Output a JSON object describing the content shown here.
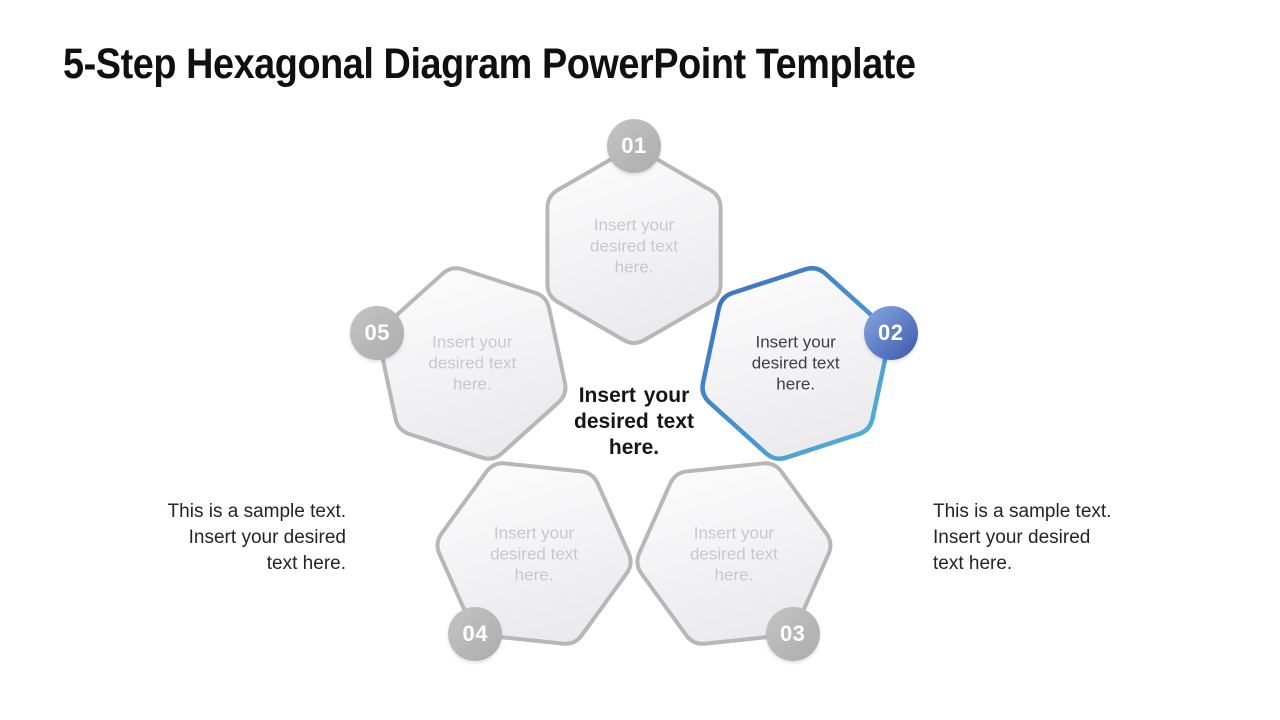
{
  "title": "5-Step Hexagonal Diagram PowerPoint Template",
  "center_label": {
    "lines": [
      "Insert your",
      "desired text",
      "here."
    ]
  },
  "steps": [
    {
      "number": "01",
      "state": "default",
      "lines": [
        "Insert your",
        "desired text",
        "here."
      ]
    },
    {
      "number": "02",
      "state": "highlighted",
      "lines": [
        "Insert your",
        "desired text",
        "here."
      ]
    },
    {
      "number": "03",
      "state": "default",
      "lines": [
        "Insert your",
        "desired text",
        "here."
      ]
    },
    {
      "number": "04",
      "state": "default",
      "lines": [
        "Insert your",
        "desired text",
        "here."
      ]
    },
    {
      "number": "05",
      "state": "default",
      "lines": [
        "Insert your",
        "desired text",
        "here."
      ]
    }
  ],
  "side_notes": {
    "left": {
      "lines": [
        "This is a sample text.",
        "Insert your desired",
        "text here."
      ]
    },
    "right": {
      "lines": [
        "This is a sample text.",
        "Insert your desired",
        "text here."
      ]
    }
  },
  "palette": {
    "accent_blue_start": "#3A6BC2",
    "accent_blue_end": "#55B7D7",
    "badge_blue_start": "#8AA8E2",
    "badge_blue_end": "#3A58AB",
    "badge_gray_start": "#C4C4C4",
    "badge_gray_end": "#ACACAC",
    "gray_border": "#B7B7B7",
    "hex_fill_start": "#FDFDFE",
    "hex_fill_end": "#EBEBED",
    "placeholder_text": "#C8C9CB",
    "active_text": "#3F3F41",
    "title_color": "#101010",
    "body_text": "#242424"
  }
}
